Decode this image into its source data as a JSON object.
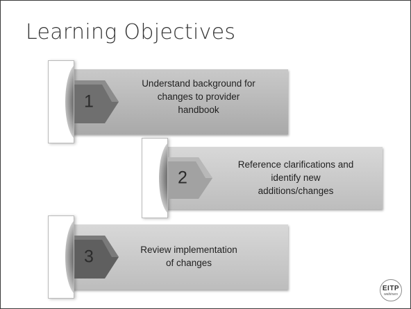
{
  "slide": {
    "title": "Learning Objectives",
    "objectives": [
      {
        "number": "1",
        "lines": [
          "Understand background for",
          "changes to provider",
          "handbook"
        ]
      },
      {
        "number": "2",
        "lines": [
          "Reference clarifications and",
          "identify new",
          "additions/changes"
        ]
      },
      {
        "number": "3",
        "lines": [
          "Review implementation",
          "of changes"
        ]
      }
    ]
  },
  "logo": {
    "text": "EITP",
    "subtext": "webinars"
  },
  "colors": {
    "band_dark": "#a9a9a9",
    "band_light": "#bdbdbd",
    "chevron": "#6f6f6f",
    "border": "#3a3a3a"
  }
}
